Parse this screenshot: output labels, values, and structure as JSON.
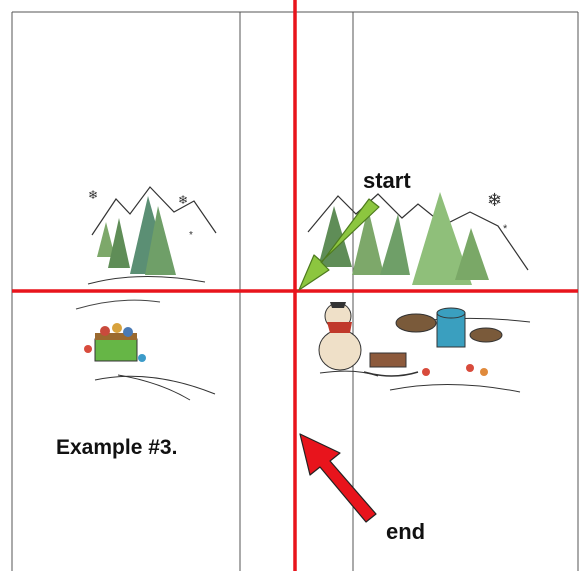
{
  "labels": {
    "start": "start",
    "end": "end",
    "example": "Example #3."
  },
  "colors": {
    "guide_line": "#e8141c",
    "start_arrow": "#8cc63f",
    "end_arrow": "#e8141c",
    "panel_line": "#555555"
  },
  "illustrations": [
    "mountain-pine-scene-left",
    "gift-box-scene",
    "mountain-pine-scene-right",
    "snowman-sled-scene"
  ]
}
